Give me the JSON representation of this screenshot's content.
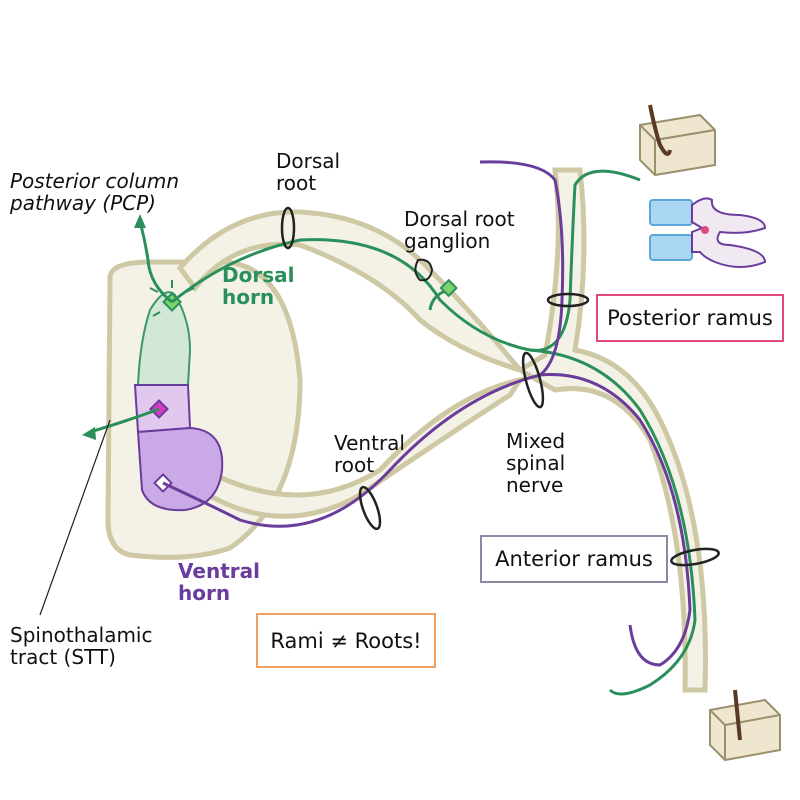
{
  "labels": {
    "pcp_line1": "Posterior column",
    "pcp_line2": "pathway (PCP)",
    "dorsal_root_line1": "Dorsal",
    "dorsal_root_line2": "root",
    "drg_line1": "Dorsal root",
    "drg_line2": "ganglion",
    "dorsal_horn_line1": "Dorsal",
    "dorsal_horn_line2": "horn",
    "ventral_root_line1": "Ventral",
    "ventral_root_line2": "root",
    "mixed_line1": "Mixed",
    "mixed_line2": "spinal",
    "mixed_line3": "nerve",
    "ventral_horn_line1": "Ventral",
    "ventral_horn_line2": "horn",
    "stt_line1": "Spinothalamic",
    "stt_line2": "tract (STT)"
  },
  "boxes": {
    "posterior_ramus": "Posterior ramus",
    "anterior_ramus": "Anterior ramus",
    "rami_roots": "Rami ≠ Roots!"
  },
  "colors": {
    "nerve_fill": "#f4f2e6",
    "nerve_outline": "#cfc8a4",
    "sensory": "#2a8f5a",
    "motor": "#6a3c9c",
    "posterior_box_border": "#e0487f",
    "anterior_box_border": "#8f86a6",
    "rami_box_border": "#f0a060",
    "muscle": "#5aa6d6",
    "skin_box": "#efe6cf"
  },
  "icons": [
    "skin-block-icon",
    "vertebra-icon"
  ]
}
